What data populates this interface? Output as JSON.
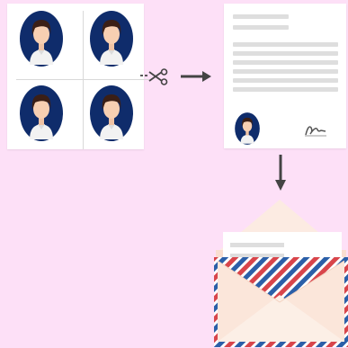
{
  "steps": [
    {
      "name": "photo-sheet",
      "portrait_count": 4
    },
    {
      "name": "cut-photo"
    },
    {
      "name": "attach-to-form"
    },
    {
      "name": "mail-envelope"
    }
  ],
  "icons": {
    "scissors": "scissors-icon",
    "arrow_right": "arrow-right-icon",
    "arrow_down": "arrow-down-icon",
    "signature": "signature-icon",
    "portrait": "portrait-icon",
    "envelope": "envelope-icon"
  },
  "colors": {
    "background": "#fde0f7",
    "paper": "#ffffff",
    "portrait_circle": "#0f2c6b",
    "hair": "#3b1f16",
    "skin": "#f7cfb2",
    "shirt": "#f2f2f2",
    "arrow": "#444444",
    "envelope_body": "#fbe6da",
    "envelope_flap": "#fcebe2",
    "airmail_red": "#d8454b",
    "airmail_blue": "#2b5fa8"
  }
}
